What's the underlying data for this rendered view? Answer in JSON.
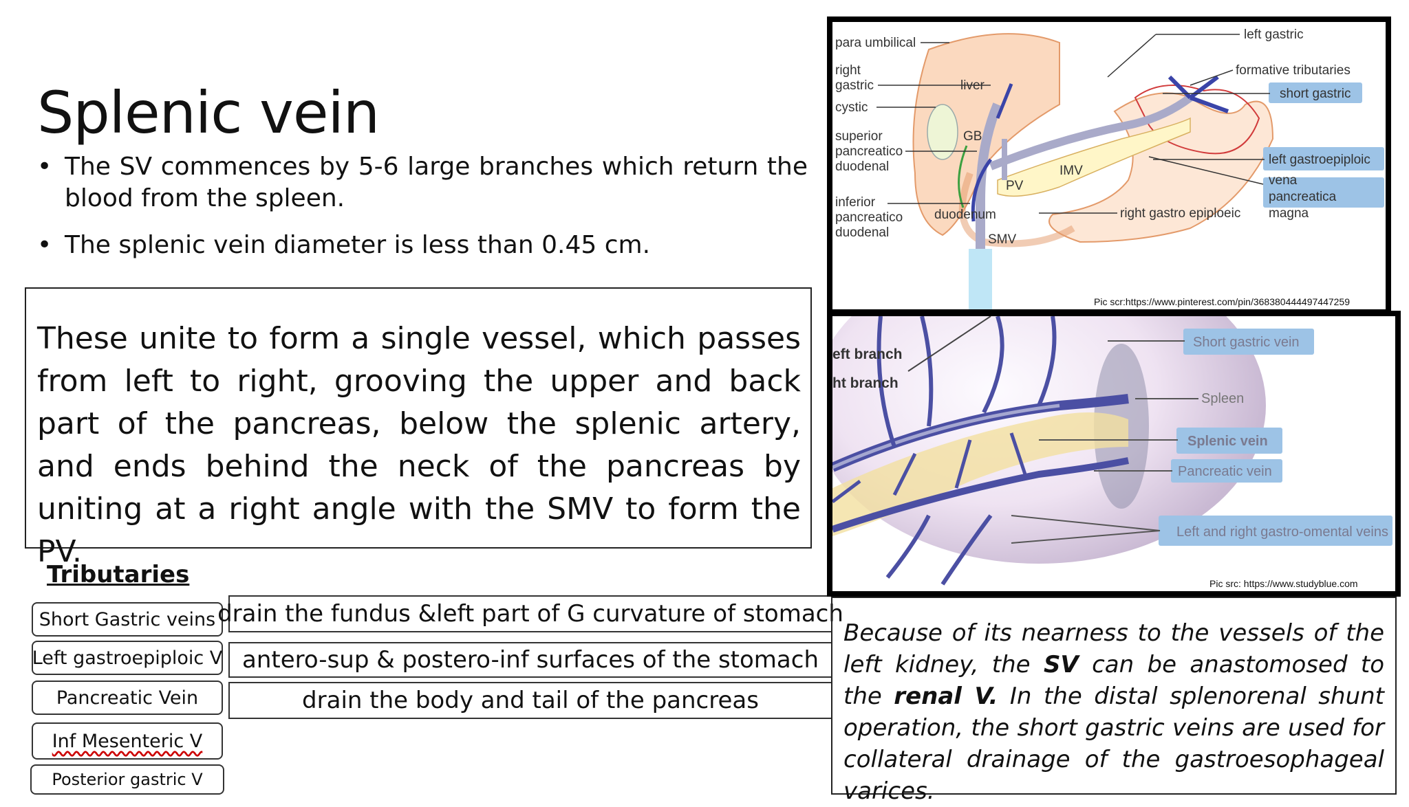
{
  "slide": {
    "title": "Splenic vein",
    "bullets": [
      "The SV commences by 5-6 large branches which return the blood from the spleen.",
      "The splenic vein diameter is less than 0.45 cm."
    ],
    "unite_text": "These unite to form a single vessel, which passes from left to right, grooving the upper and back part of the pancreas, below the splenic artery, and ends behind the neck of the pancreas by uniting at a right angle with the SMV to form the PV.",
    "tributaries": {
      "heading": "Tributaries",
      "items": [
        {
          "name": "Short Gastric veins",
          "desc": "drain the fundus &left part of G curvature of stomach"
        },
        {
          "name": "Left gastroepiploic V",
          "desc": "antero-sup & postero-inf surfaces of the stomach"
        },
        {
          "name": "Pancreatic Vein",
          "desc": "drain the body and tail of the pancreas"
        },
        {
          "name": "Inf Mesenteric V",
          "desc": ""
        },
        {
          "name": "Posterior gastric V",
          "desc": ""
        }
      ]
    },
    "note": {
      "part1": "Because of its nearness to the vessels of the left kidney, the ",
      "sv": "SV",
      "part2": " can be anastomosed to the ",
      "renal": "renal V.",
      "part3": " In the distal splenorenal shunt operation, the short gastric veins are used for collateral drainage of the gastroesophageal varices."
    }
  },
  "figure1": {
    "labels": {
      "para_umbilical": "para umbilical",
      "right": "right",
      "gastric": "gastric",
      "cystic": "cystic",
      "superior": "superior",
      "pancreatico": "pancreatico",
      "duodenal": "duodenal",
      "inferior": "inferior",
      "pancreatico2": "pancreatico",
      "duodenal2": "duodenal",
      "liver": "liver",
      "gb": "GB",
      "pv": "PV",
      "imv": "IMV",
      "duodenum": "duodenum",
      "smv": "SMV",
      "left_gastric": "left gastric",
      "formative": "formative tributaries",
      "short_gastric": "short gastric",
      "left_gastroepiploic": "left gastroepiploic",
      "vena": "vena",
      "pancreatica": "pancreatica",
      "magna": "magna",
      "right_gastro_epiploic": "right gastro epiploeic"
    },
    "source": "Pic scr:https://www.pinterest.com/pin/368380444497447259"
  },
  "figure2": {
    "labels": {
      "left_branch": "eft branch",
      "right_branch": "ht branch",
      "short_gastric_vein": "Short gastric vein",
      "spleen": "Spleen",
      "splenic_vein": "Splenic vein",
      "pancreatic_vein": "Pancreatic vein",
      "gastro_omental": "Left and right gastro-omental veins"
    },
    "source": "Pic src: https://www.studyblue.com"
  }
}
